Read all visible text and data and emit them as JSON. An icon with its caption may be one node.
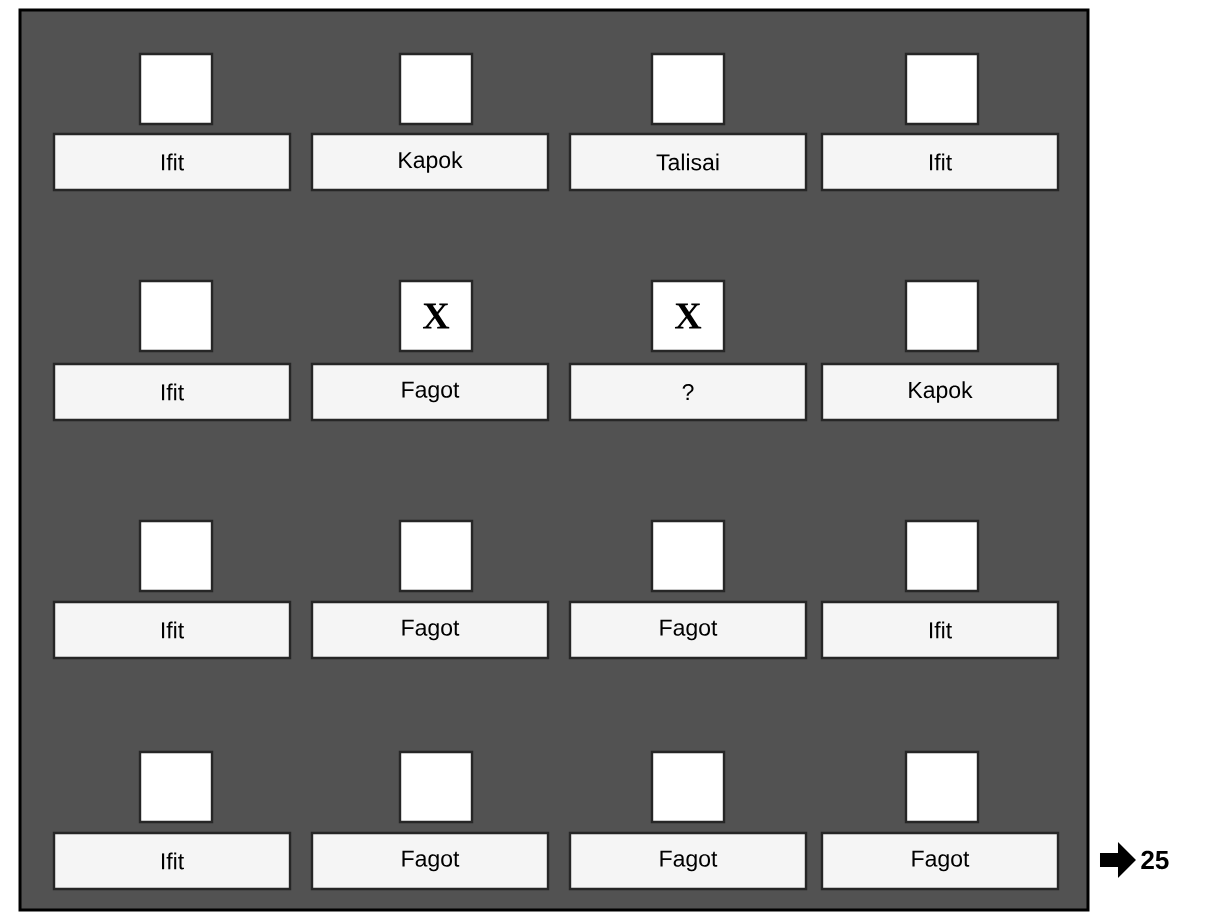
{
  "diagram": {
    "nodes": [
      {
        "text": [],
        "shape": "box"
      },
      {
        "text": [],
        "shape": "box",
        "in": 0
      },
      {
        "text": [],
        "shape": "box",
        "in": 0
      },
      {
        "text": [],
        "shape": "box",
        "in": 0
      },
      {
        "text": [],
        "shape": "box",
        "in": 0
      },
      {
        "text": [
          "Ifit"
        ],
        "in": 0
      },
      {
        "text": [
          "Kapok"
        ],
        "in": 0
      },
      {
        "text": [
          "Talisai"
        ],
        "in": 0
      },
      {
        "text": [
          "Ifit"
        ],
        "in": 0
      },
      {
        "text": [],
        "shape": "box",
        "in": 0
      },
      {
        "text": [
          "X"
        ],
        "in": 0
      },
      {
        "text": [
          "X"
        ],
        "in": 0
      },
      {
        "text": [],
        "shape": "box",
        "in": 0
      },
      {
        "text": [
          "Ifit"
        ],
        "in": 0
      },
      {
        "text": [
          "Fagot"
        ],
        "in": 0
      },
      {
        "text": [
          "?"
        ],
        "in": 0
      },
      {
        "text": [
          "Kapok"
        ],
        "in": 0
      },
      {
        "text": [],
        "shape": "box",
        "in": 0
      },
      {
        "text": [],
        "shape": "box",
        "in": 0
      },
      {
        "text": [],
        "shape": "box",
        "in": 0
      },
      {
        "text": [],
        "shape": "box",
        "in": 0
      },
      {
        "text": [
          "Ifit"
        ],
        "in": 0
      },
      {
        "text": [
          "Fagot"
        ],
        "in": 0
      },
      {
        "text": [
          "Fagot"
        ],
        "in": 0
      },
      {
        "text": [
          "Ifit"
        ],
        "in": 0
      },
      {
        "text": [],
        "shape": "box",
        "in": 0
      },
      {
        "text": [],
        "shape": "box",
        "in": 0
      },
      {
        "text": [],
        "shape": "box",
        "in": 0
      },
      {
        "text": [],
        "shape": "box",
        "in": 0
      },
      {
        "text": [
          "Ifit"
        ],
        "in": 0
      },
      {
        "text": [
          "Fagot"
        ],
        "in": 0
      },
      {
        "text": [
          "Fagot"
        ],
        "in": 0
      },
      {
        "text": [
          "Fagot"
        ],
        "in": 0
      }
    ],
    "labels": [
      "25"
    ]
  }
}
